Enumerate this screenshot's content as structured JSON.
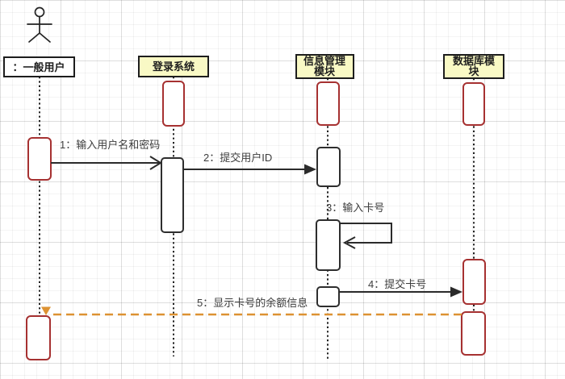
{
  "diagram_type": "uml-sequence-diagram",
  "colors": {
    "activation_red": "#a63131",
    "activation_black": "#2e2e2e",
    "head_yellow": "#f9f9c5",
    "head_white": "#ffffff",
    "head_border": "#1d1d1d",
    "return_orange": "#dd9232",
    "message_line": "#2b2b2b",
    "lifeline": "#222222",
    "label_text": "#3d3d3d"
  },
  "actor": {
    "icon": "stick-figure-icon"
  },
  "lifelines": [
    {
      "id": "user",
      "label": "：一般用户",
      "line1": "：一般用户",
      "line2": "",
      "head_style": "object-white"
    },
    {
      "id": "login",
      "label": "登录系统",
      "line1": "登录系统",
      "line2": "",
      "head_style": "module-yellow"
    },
    {
      "id": "info",
      "label": "信息管理模块",
      "line1": "信息管理",
      "line2": "模块",
      "head_style": "module-yellow"
    },
    {
      "id": "db",
      "label": "数据库模块",
      "line1": "数据库模",
      "line2": "块",
      "head_style": "module-yellow"
    }
  ],
  "messages": [
    {
      "num": "1",
      "label": "1：输入用户名和密码",
      "from": "user",
      "to": "login",
      "kind": "sync-open-arrow"
    },
    {
      "num": "2",
      "label": "2：提交用户ID",
      "from": "login",
      "to": "info",
      "kind": "sync-filled-arrow"
    },
    {
      "num": "3",
      "label": "3：输入卡号",
      "from": "info",
      "to": "info",
      "kind": "self-message"
    },
    {
      "num": "4",
      "label": "4：提交卡号",
      "from": "info",
      "to": "db",
      "kind": "sync-filled-arrow"
    },
    {
      "num": "5",
      "label": "5：显示卡号的余额信息",
      "from": "db",
      "to": "user",
      "kind": "return-dashed"
    }
  ]
}
